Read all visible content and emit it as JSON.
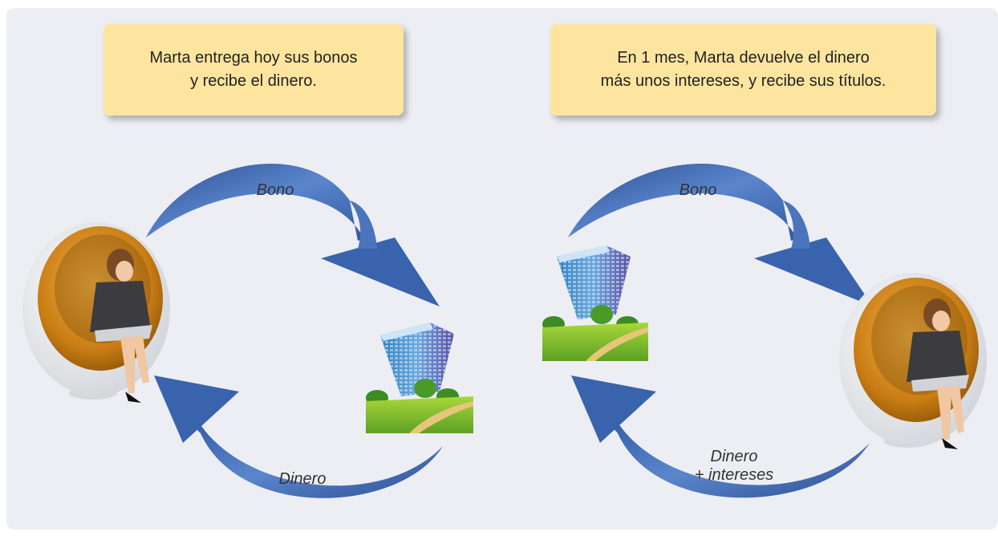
{
  "colors": {
    "panel_background": "#eceef3",
    "note_background": "#fde5a0",
    "arrow_blue": "#3f66b0",
    "chair_orange": "#d88b1a"
  },
  "notes": {
    "left": [
      "Marta entrega hoy sus bonos",
      "y recibe el dinero."
    ],
    "right": [
      "En 1 mes, Marta devuelve el dinero",
      "más unos intereses, y recibe sus títulos."
    ]
  },
  "labels": {
    "left_top": "Bono",
    "left_bottom": "Dinero",
    "right_top": "Bono",
    "right_bottom_line1": "Dinero",
    "right_bottom_line2": "+ intereses"
  },
  "icons": [
    "woman-in-egg-chair",
    "office-building-on-hill",
    "curved-arrow"
  ]
}
